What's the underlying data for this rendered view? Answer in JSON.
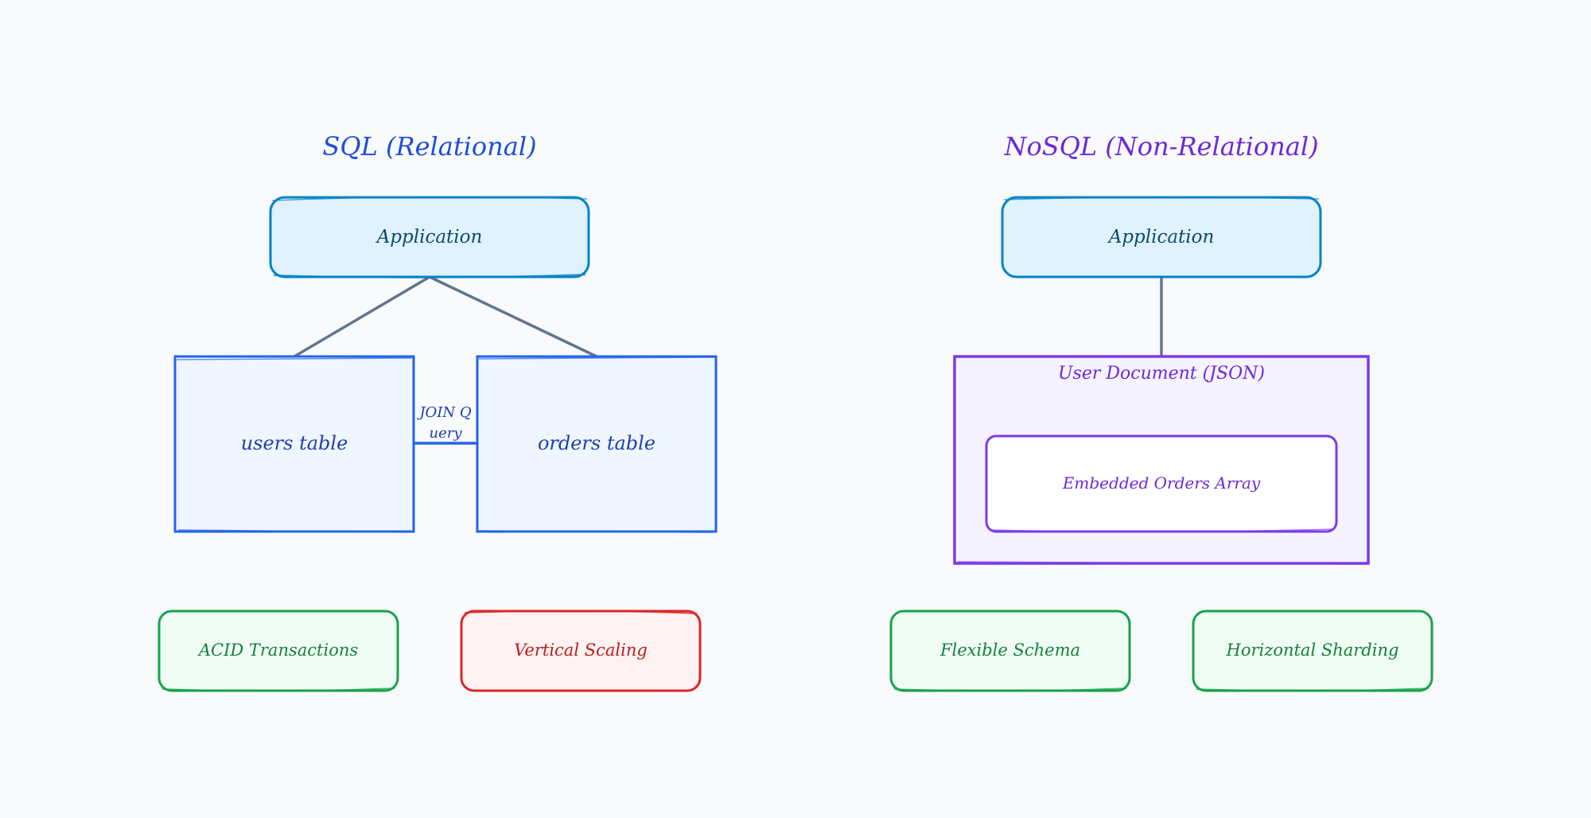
{
  "colors": {
    "background": "#f8fafc",
    "sql_title": "#1d4ed8",
    "nosql_title": "#6d28d9",
    "app_border": "#0284c7",
    "app_fill": "#e0f2fe",
    "app_text": "#0c4a6e",
    "table_border": "#2563eb",
    "table_fill": "#eff6ff",
    "table_text": "#1e40af",
    "connector": "#64748b",
    "doc_border": "#7c3aed",
    "doc_fill": "#f5f3ff",
    "embedded_fill": "#ffffff",
    "pro_border": "#16a34a",
    "pro_fill": "#f0fdf4",
    "pro_text": "#15803d",
    "con_border": "#dc2626",
    "con_fill": "#fef2f2",
    "con_text": "#b91c1c"
  },
  "sql": {
    "title": "SQL (Relational)",
    "application": "Application",
    "users_table": "users table",
    "orders_table": "orders table",
    "join_line1": "JOIN Q",
    "join_line2": "uery",
    "traits": [
      "ACID Transactions",
      "Vertical Scaling"
    ]
  },
  "nosql": {
    "title": "NoSQL (Non-Relational)",
    "application": "Application",
    "document": "User Document (JSON)",
    "embedded": "Embedded Orders Array",
    "traits": [
      "Flexible Schema",
      "Horizontal Sharding"
    ]
  }
}
